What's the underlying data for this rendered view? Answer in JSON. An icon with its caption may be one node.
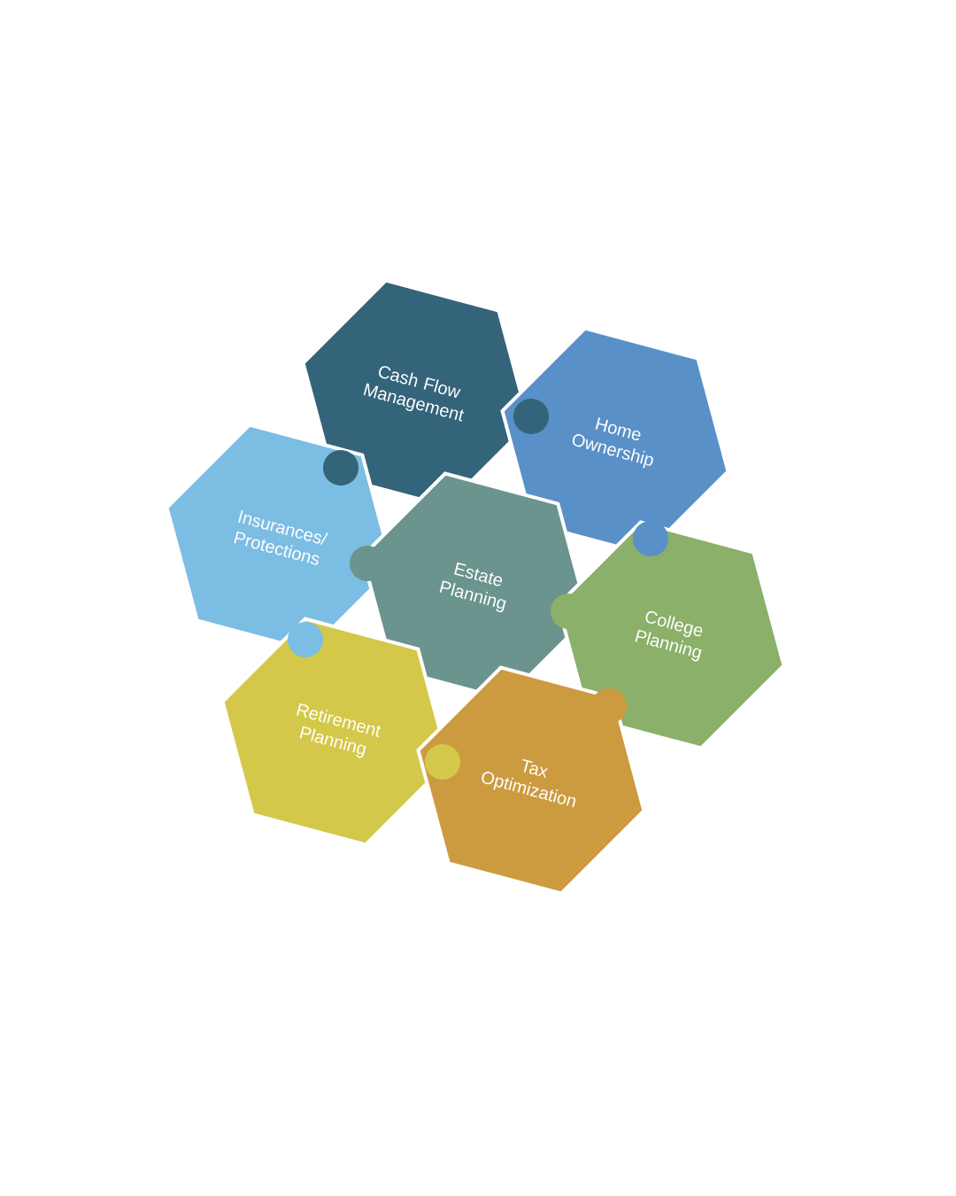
{
  "diagram": {
    "nodes": [
      {
        "text": [
          "Cash Flow Management"
        ]
      },
      {
        "text": [
          "Home Ownership"
        ]
      },
      {
        "text": [
          "Insurances/ Protections"
        ]
      },
      {
        "text": [
          "Estate Planning"
        ]
      },
      {
        "text": [
          "College Planning"
        ]
      },
      {
        "text": [
          "Retirement Planning"
        ]
      },
      {
        "text": [
          "Tax Optimization"
        ]
      }
    ]
  }
}
